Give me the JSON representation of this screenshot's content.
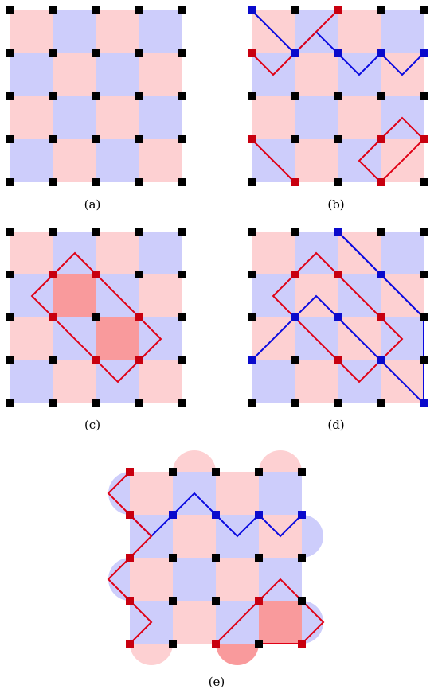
{
  "colors": {
    "pink": "#fdd0d2",
    "lavender": "#cdcdfb",
    "dark_pink": "#f99a9c",
    "red": "#e00015",
    "blue": "#0a0ae0",
    "node_black": "#000000",
    "node_red": "#c8000f",
    "node_blue": "#0a0acc",
    "background": "#ffffff"
  },
  "panels": [
    {
      "id": "a",
      "caption": "(a)"
    },
    {
      "id": "b",
      "caption": "(b)"
    },
    {
      "id": "c",
      "caption": "(c)"
    },
    {
      "id": "d",
      "caption": "(d)"
    },
    {
      "id": "e",
      "caption": "(e)"
    }
  ]
}
